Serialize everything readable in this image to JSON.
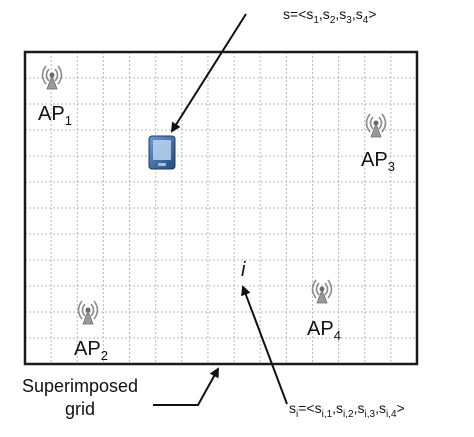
{
  "figure": {
    "state_vector_label": "s=<s1,s2,s3,s4>",
    "cell_vector_label": "si=<si,1,si,2,si,3,si,4>",
    "cell_marker": "i",
    "grid_caption": "Superimposed grid",
    "access_points": [
      {
        "label": "AP",
        "sub": "1",
        "icon": "antenna-icon"
      },
      {
        "label": "AP",
        "sub": "2",
        "icon": "antenna-icon"
      },
      {
        "label": "AP",
        "sub": "3",
        "icon": "antenna-icon"
      },
      {
        "label": "AP",
        "sub": "4",
        "icon": "antenna-icon"
      }
    ],
    "device_icon": "mobile-device-icon",
    "colors": {
      "border": "#1a1a1a",
      "grid": "#b8b8b8",
      "antenna": "#8c8c8c",
      "device": "#2f5f95"
    }
  }
}
